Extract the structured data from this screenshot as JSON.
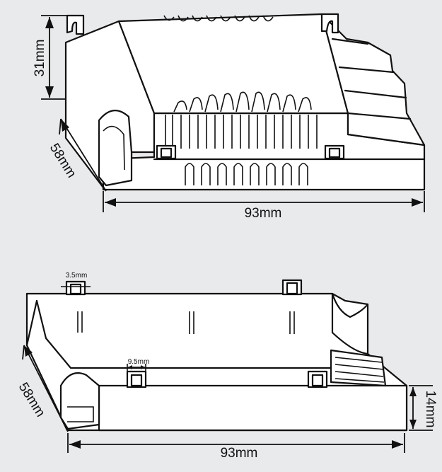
{
  "top_view": {
    "height_label": "31mm",
    "depth_label": "58mm",
    "length_label": "93mm"
  },
  "bottom_view": {
    "slot_label": "3.5mm",
    "tab_label": "9.5mm",
    "depth_label": "58mm",
    "height_label": "14mm",
    "length_label": "93mm"
  },
  "colors": {
    "background": "#e9eaec",
    "line": "#111111",
    "fill": "#ffffff"
  }
}
